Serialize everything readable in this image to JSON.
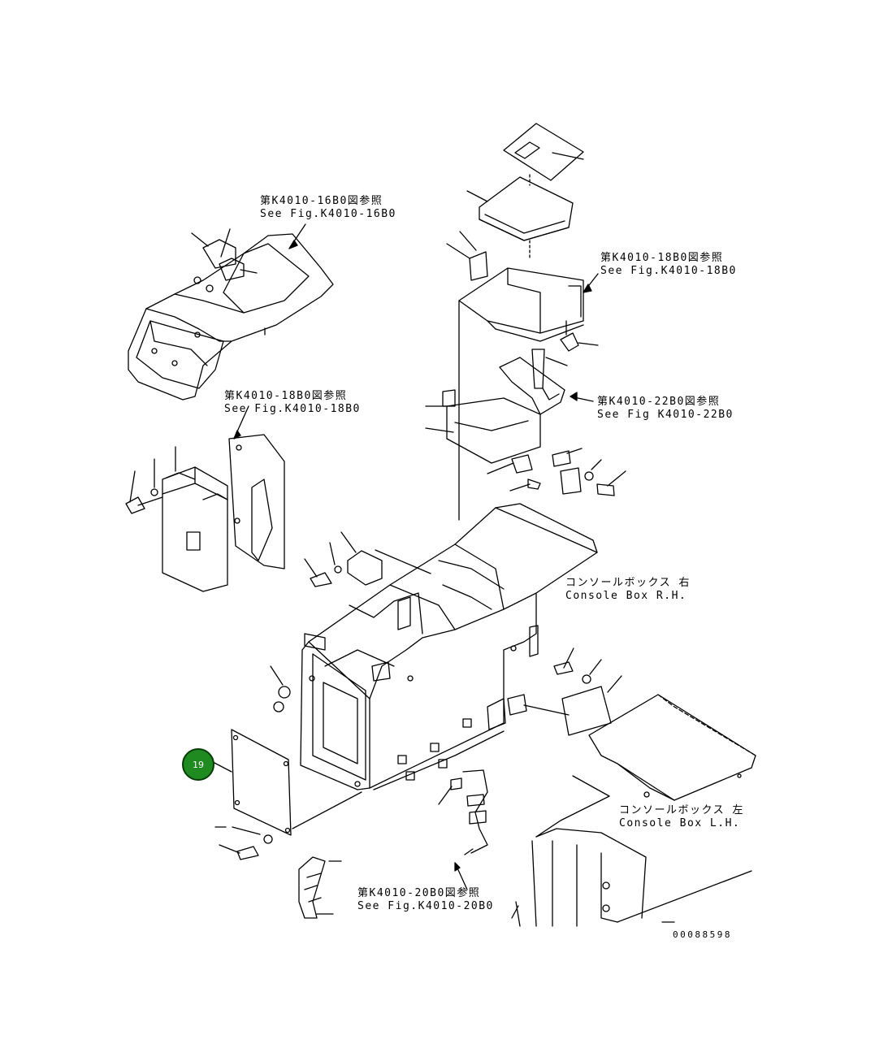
{
  "references": {
    "fig_16b0": {
      "jp": "第K4010-16B0図参照",
      "en": "See Fig.K4010-16B0"
    },
    "fig_18b0_top": {
      "jp": "第K4010-18B0図参照",
      "en": "See Fig.K4010-18B0"
    },
    "fig_22b0": {
      "jp": "第K4010-22B0図参照",
      "en": "See Fig K4010-22B0"
    },
    "fig_18b0_left": {
      "jp": "第K4010-18B0図参照",
      "en": "See Fig.K4010-18B0"
    },
    "fig_20b0": {
      "jp": "第K4010-20B0図参照",
      "en": "See Fig.K4010-20B0"
    }
  },
  "console_rh": {
    "jp": "コンソールボックス 右",
    "en": "Console Box R.H."
  },
  "console_lh": {
    "jp": "コンソールボックス 左",
    "en": "Console Box L.H."
  },
  "callout": {
    "number": "19",
    "color": "#1f8a1f"
  },
  "drawing_number": "00088598"
}
